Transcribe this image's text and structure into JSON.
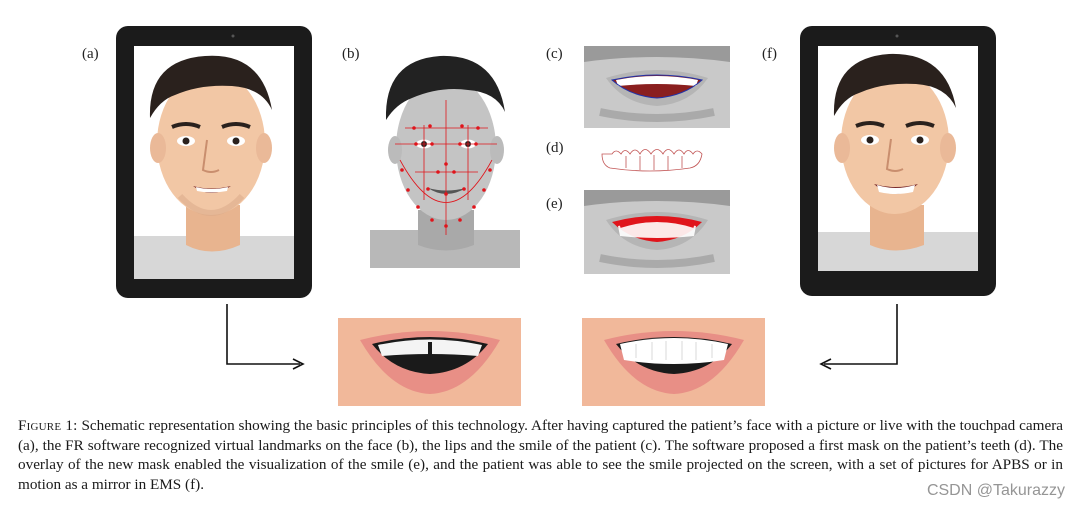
{
  "panels": {
    "a": "(a)",
    "b": "(b)",
    "c": "(c)",
    "d": "(d)",
    "e": "(e)",
    "f": "(f)"
  },
  "caption": {
    "label": "Figure 1:",
    "text": " Schematic representation showing the basic principles of this technology. After having captured the patient’s face with a picture or live with the touchpad camera (a), the FR software recognized virtual landmarks on the face (b), the lips and the smile of the patient (c). The software proposed a first mask on the patient’s teeth (d). The overlay of the new mask enabled the visualization of the smile (e), and the patient was able to see the smile projected on the screen, with a set of pictures for APBS or in motion as a mirror in EMS (f)."
  },
  "watermark": "CSDN @Takurazzy",
  "colors": {
    "tablet": "#1b1b1b",
    "skin": "#f2c7a5",
    "hair": "#2a211d",
    "gray_face": "#bdbdbd",
    "landmark_red": "#e0141b",
    "lips": "#e88f86"
  }
}
